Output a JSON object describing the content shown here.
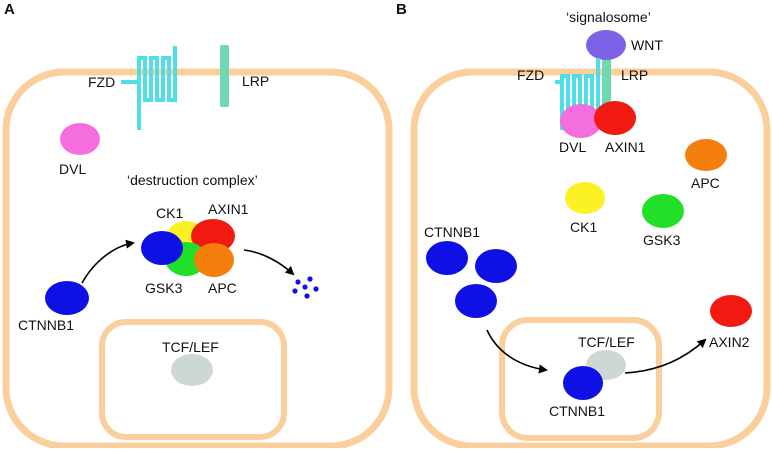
{
  "panels": {
    "a": {
      "letter": "A",
      "labels": {
        "fzd": "FZD",
        "lrp": "LRP",
        "dvl": "DVL",
        "complex_title": "‘destruction complex’",
        "ck1": "CK1",
        "axin1": "AXIN1",
        "gsk3": "GSK3",
        "apc": "APC",
        "ctnnb1": "CTNNB1",
        "tcf_lef": "TCF/LEF"
      }
    },
    "b": {
      "letter": "B",
      "labels": {
        "signalosome": "‘signalosome’",
        "wnt": "WNT",
        "fzd": "FZD",
        "lrp": "LRP",
        "dvl": "DVL",
        "axin1": "AXIN1",
        "apc": "APC",
        "ck1": "CK1",
        "gsk3": "GSK3",
        "ctnnb1": "CTNNB1",
        "tcf_lef": "TCF/LEF",
        "ctnnb1_nuclear": "CTNNB1",
        "axin2": "AXIN2"
      }
    }
  },
  "colors": {
    "membrane": "#fbcf9b",
    "fzd": "#4fdde6",
    "lrp": "#6fd9b4",
    "dvl": "#f56ee0",
    "ctnnb1": "#0f10e3",
    "axin": "#f01a10",
    "ck1": "#fbf123",
    "gsk3": "#22e02a",
    "apc": "#f47f0d",
    "tcf_lef": "#cdd8d4",
    "wnt": "#7d62e8",
    "arrow": "#000000"
  }
}
